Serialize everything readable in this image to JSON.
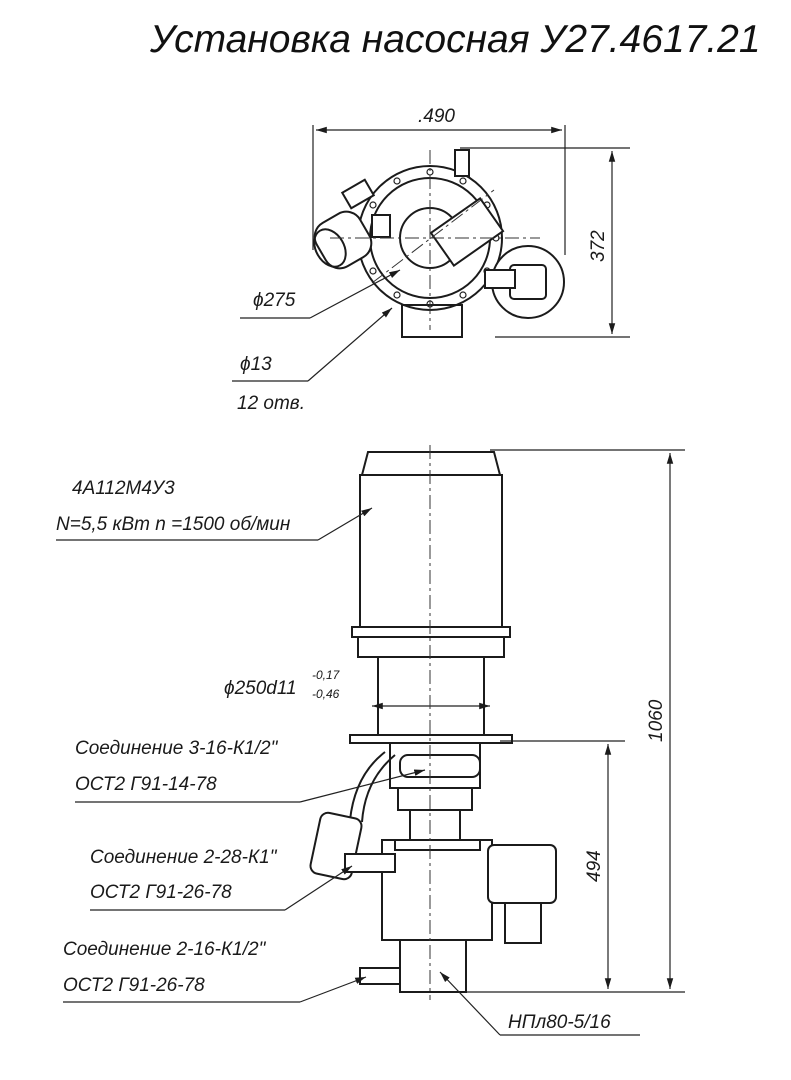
{
  "title": "Установка насосная У27.4617.21",
  "plan_view": {
    "width_dim": ".490",
    "depth_dim": "372",
    "diameter_label": "ϕ275",
    "hole_label": "ϕ13",
    "hole_count": "12 отв."
  },
  "elevation": {
    "motor_model": "4А112М4У3",
    "motor_specs": "N=5,5 кВт n =1500 об/мин",
    "shaft_main": "ϕ250d11",
    "tol_upper": "-0,17",
    "tol_lower": "-0,46",
    "total_height": "1060",
    "pump_height": "494",
    "pump_model": "НПл80-5/16",
    "connections": [
      {
        "name": "Соединение 3-16-К1/2\"",
        "standard": "ОСТ2 Г91-14-78"
      },
      {
        "name": "Соединение 2-28-К1\"",
        "standard": "ОСТ2 Г91-26-78"
      },
      {
        "name": "Соединение 2-16-К1/2\"",
        "standard": "ОСТ2 Г91-26-78"
      }
    ]
  }
}
